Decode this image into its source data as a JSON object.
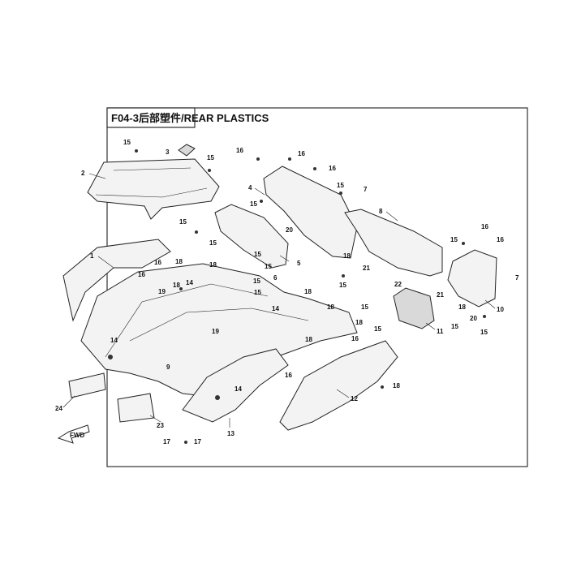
{
  "diagram": {
    "title": "F04-3后部塑件/REAR PLASTICS",
    "direction_label": "FWD",
    "callouts": [
      {
        "id": "c1",
        "text": "1"
      },
      {
        "id": "c2",
        "text": "2"
      },
      {
        "id": "c3",
        "text": "3"
      },
      {
        "id": "c4",
        "text": "4"
      },
      {
        "id": "c5",
        "text": "5"
      },
      {
        "id": "c6",
        "text": "6"
      },
      {
        "id": "c7a",
        "text": "7"
      },
      {
        "id": "c7b",
        "text": "7"
      },
      {
        "id": "c8",
        "text": "8"
      },
      {
        "id": "c9",
        "text": "9"
      },
      {
        "id": "c10",
        "text": "10"
      },
      {
        "id": "c11",
        "text": "11"
      },
      {
        "id": "c12",
        "text": "12"
      },
      {
        "id": "c13",
        "text": "13"
      },
      {
        "id": "c14a",
        "text": "14"
      },
      {
        "id": "c14b",
        "text": "14"
      },
      {
        "id": "c14c",
        "text": "14"
      },
      {
        "id": "c14d",
        "text": "14"
      },
      {
        "id": "c15a",
        "text": "15"
      },
      {
        "id": "c15b",
        "text": "15"
      },
      {
        "id": "c15c",
        "text": "15"
      },
      {
        "id": "c15d",
        "text": "15"
      },
      {
        "id": "c15e",
        "text": "15"
      },
      {
        "id": "c15f",
        "text": "15"
      },
      {
        "id": "c15g",
        "text": "15"
      },
      {
        "id": "c15h",
        "text": "15"
      },
      {
        "id": "c15i",
        "text": "15"
      },
      {
        "id": "c15j",
        "text": "15"
      },
      {
        "id": "c15k",
        "text": "15"
      },
      {
        "id": "c15l",
        "text": "15"
      },
      {
        "id": "c15m",
        "text": "15"
      },
      {
        "id": "c15n",
        "text": "15"
      },
      {
        "id": "c15o",
        "text": "15"
      },
      {
        "id": "c15p",
        "text": "15"
      },
      {
        "id": "c16a",
        "text": "16"
      },
      {
        "id": "c16b",
        "text": "16"
      },
      {
        "id": "c16c",
        "text": "16"
      },
      {
        "id": "c16d",
        "text": "16"
      },
      {
        "id": "c16e",
        "text": "16"
      },
      {
        "id": "c16f",
        "text": "16"
      },
      {
        "id": "c16g",
        "text": "16"
      },
      {
        "id": "c16h",
        "text": "16"
      },
      {
        "id": "c16i",
        "text": "16"
      },
      {
        "id": "c17a",
        "text": "17"
      },
      {
        "id": "c17b",
        "text": "17"
      },
      {
        "id": "c18a",
        "text": "18"
      },
      {
        "id": "c18b",
        "text": "18"
      },
      {
        "id": "c18c",
        "text": "18"
      },
      {
        "id": "c18d",
        "text": "18"
      },
      {
        "id": "c18e",
        "text": "18"
      },
      {
        "id": "c18f",
        "text": "18"
      },
      {
        "id": "c18g",
        "text": "18"
      },
      {
        "id": "c18h",
        "text": "18"
      },
      {
        "id": "c18i",
        "text": "18"
      },
      {
        "id": "c18j",
        "text": "18"
      },
      {
        "id": "c19a",
        "text": "19"
      },
      {
        "id": "c19b",
        "text": "19"
      },
      {
        "id": "c20a",
        "text": "20"
      },
      {
        "id": "c20b",
        "text": "20"
      },
      {
        "id": "c21a",
        "text": "21"
      },
      {
        "id": "c21b",
        "text": "21"
      },
      {
        "id": "c22",
        "text": "22"
      },
      {
        "id": "c23",
        "text": "23"
      },
      {
        "id": "c24",
        "text": "24"
      }
    ]
  }
}
